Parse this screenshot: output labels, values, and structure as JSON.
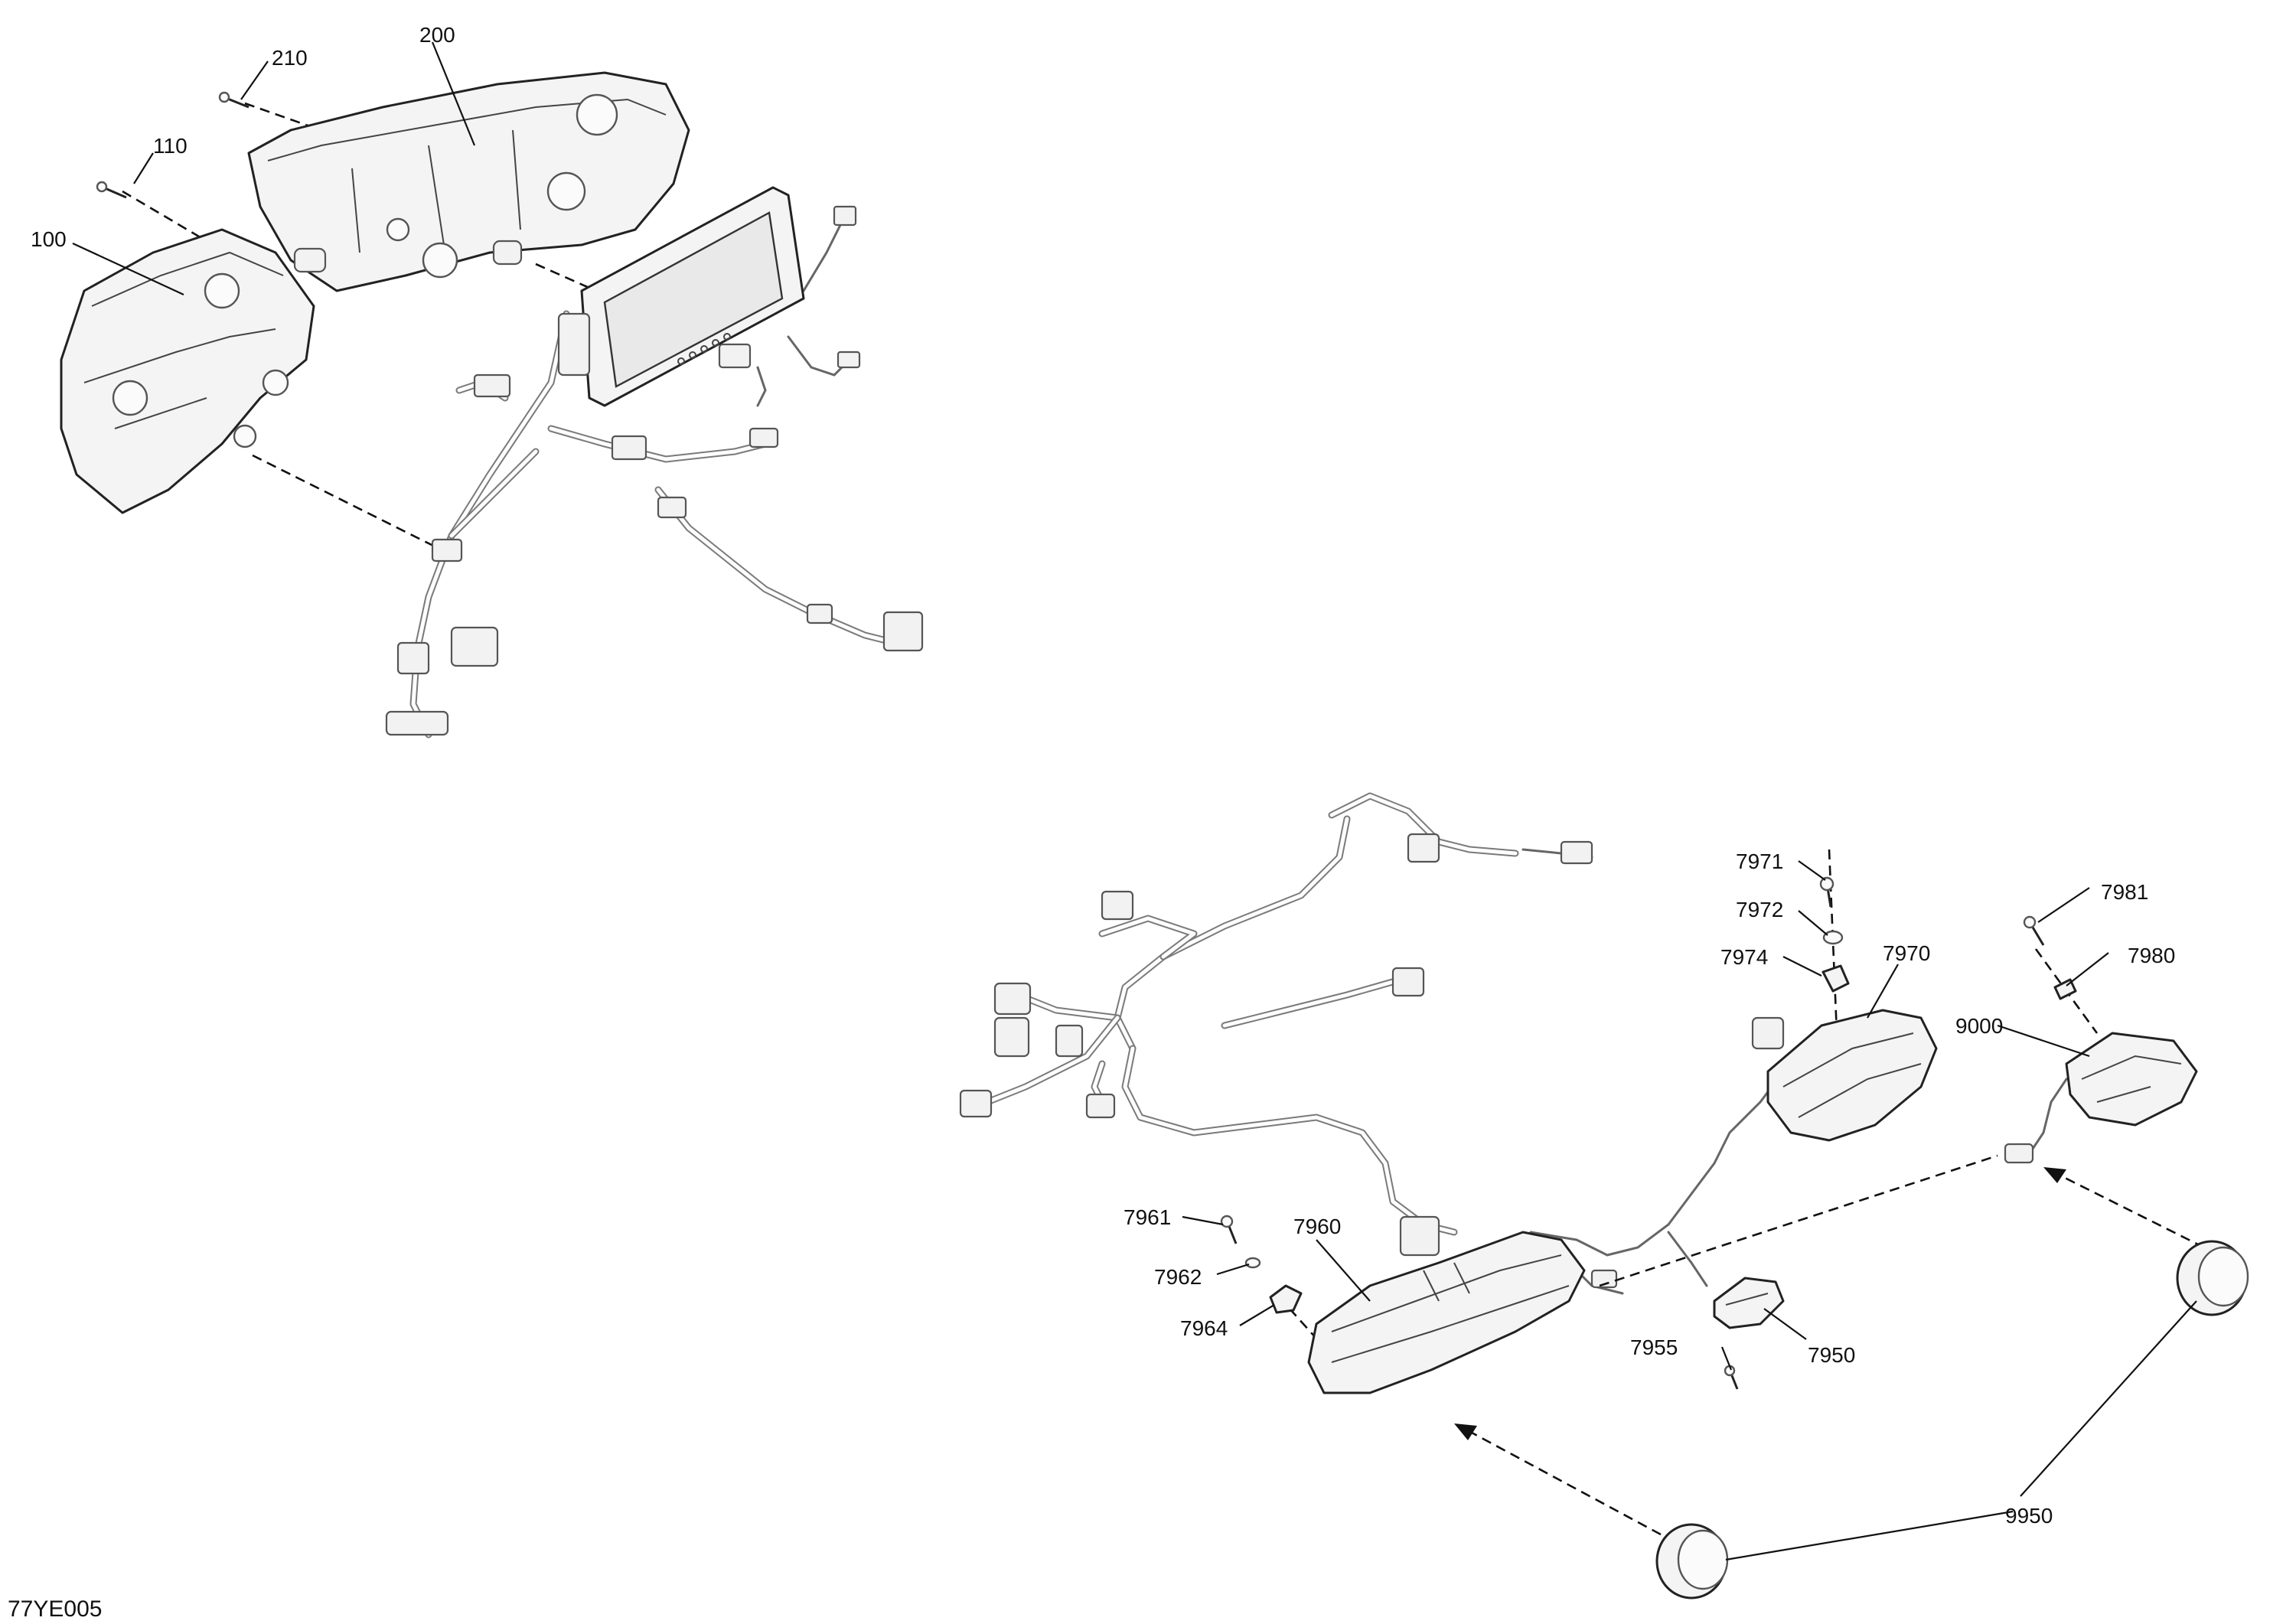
{
  "figure_id": "77YE005",
  "callouts": {
    "c100": "100",
    "c110": "110",
    "c200": "200",
    "c210": "210",
    "c7950": "7950",
    "c7955": "7955",
    "c7960": "7960",
    "c7961": "7961",
    "c7962": "7962",
    "c7964": "7964",
    "c7970": "7970",
    "c7971": "7971",
    "c7972": "7972",
    "c7974": "7974",
    "c7980": "7980",
    "c7981": "7981",
    "c9000": "9000",
    "c9950": "9950"
  }
}
